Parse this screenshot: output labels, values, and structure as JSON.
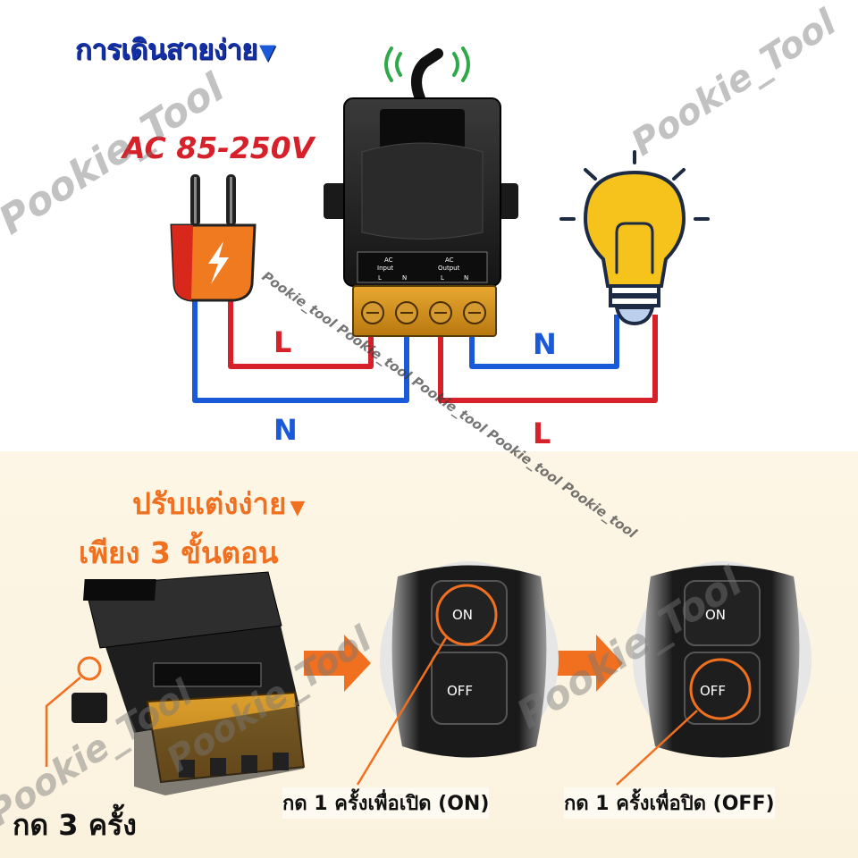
{
  "wiring": {
    "title": "การเดินสายง่าย",
    "title_marker": "▼",
    "voltage": "AC 85-250V",
    "wire_labels": {
      "l_input": "L",
      "n_input": "N",
      "n_output": "N",
      "l_output": "L"
    },
    "terminal_block": {
      "input_label": "AC Input",
      "output_label": "AC Output",
      "terminals": [
        "L",
        "N",
        "L",
        "N"
      ]
    },
    "colors": {
      "live": "#d6202a",
      "neutral": "#1a5ad8",
      "bulb": "#f6c21c",
      "accent": "#f07020"
    }
  },
  "setup": {
    "title_line1": "ปรับแต่งง่าย",
    "title_marker": "▼",
    "title_line2": "เพียง 3 ขั้นตอน",
    "step1_caption": "กด 3 ครั้ง",
    "step2_caption": "กด 1 ครั้งเพื่อเปิด (ON)",
    "step3_caption": "กด 1 ครั้งเพื่อปิด (OFF)",
    "remote_buttons": {
      "on": "ON",
      "off": "OFF"
    }
  },
  "watermarks": [
    "Pookie_Tool",
    "Pookie_Tool",
    "Pookie_tool Pookie_tool Pookie_tool Pookie_tool Pookie_tool",
    "Pookie_Tool",
    "Pookie_Tool",
    "Pookie_Tool"
  ]
}
